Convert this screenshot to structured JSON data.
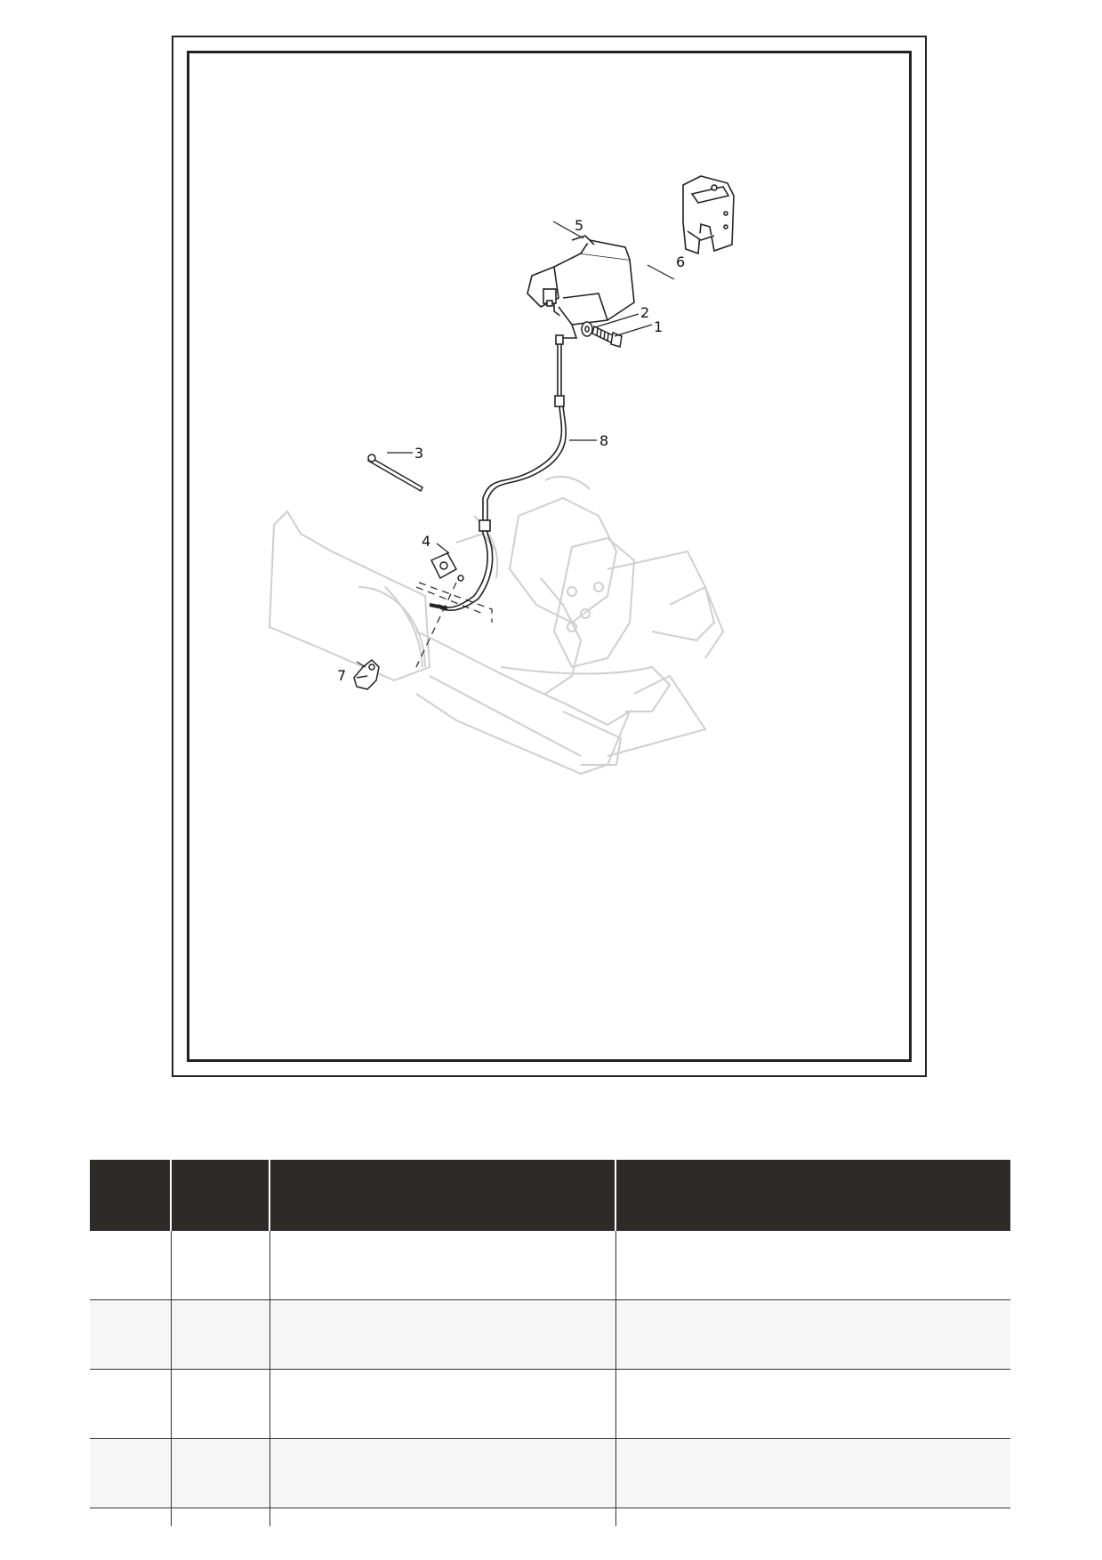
{
  "diagram": {
    "callouts": [
      "1",
      "2",
      "3",
      "4",
      "5",
      "6",
      "7",
      "8"
    ]
  },
  "parts_table": {
    "headers": [
      "",
      "",
      "",
      ""
    ],
    "rows": [
      [
        "",
        "",
        "",
        ""
      ],
      [
        "",
        "",
        "",
        ""
      ],
      [
        "",
        "",
        "",
        ""
      ],
      [
        "",
        "",
        "",
        ""
      ],
      [
        "",
        "",
        "",
        ""
      ]
    ]
  }
}
